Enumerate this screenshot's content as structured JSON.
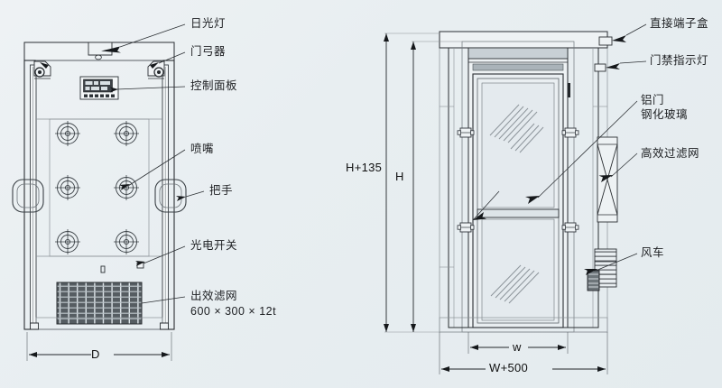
{
  "figure": {
    "title": "Air shower technical drawing",
    "views": [
      "front-view",
      "side-section-view"
    ],
    "colors": {
      "background": "#e9eff2",
      "line": "#2b2f33",
      "light_line": "#6a7075",
      "panel_fill": "#eef2f4",
      "glass_fill": "#e6ecef",
      "grille_fill": "#5a6166",
      "text": "#1d1f22"
    }
  },
  "labels_left": [
    {
      "id": "fluorescent-lamp",
      "text": "日光灯"
    },
    {
      "id": "door-closer",
      "text": "门弓器"
    },
    {
      "id": "control-panel",
      "text": "控制面板"
    },
    {
      "id": "nozzle",
      "text": "喷嘴"
    },
    {
      "id": "handle",
      "text": "把手"
    },
    {
      "id": "photoelectric-switch",
      "text": "光电开关"
    },
    {
      "id": "outlet-filter",
      "text": "出效滤网"
    },
    {
      "id": "outlet-filter-size",
      "text": "600 × 300 × 12t"
    }
  ],
  "labels_right": [
    {
      "id": "junction-box",
      "text": "直接端子盒"
    },
    {
      "id": "access-indicator-light",
      "text": "门禁指示灯"
    },
    {
      "id": "aluminum-door",
      "text": "铝门"
    },
    {
      "id": "tempered-glass",
      "text": "钢化玻璃"
    },
    {
      "id": "hepa-filter",
      "text": "高效过滤网"
    },
    {
      "id": "blower-fan",
      "text": "风车"
    }
  ],
  "dimensions": {
    "left_width": "D",
    "right_height_outer": "H+135",
    "right_height_inner": "H",
    "right_width_inner": "w",
    "right_width_outer": "W+500"
  }
}
